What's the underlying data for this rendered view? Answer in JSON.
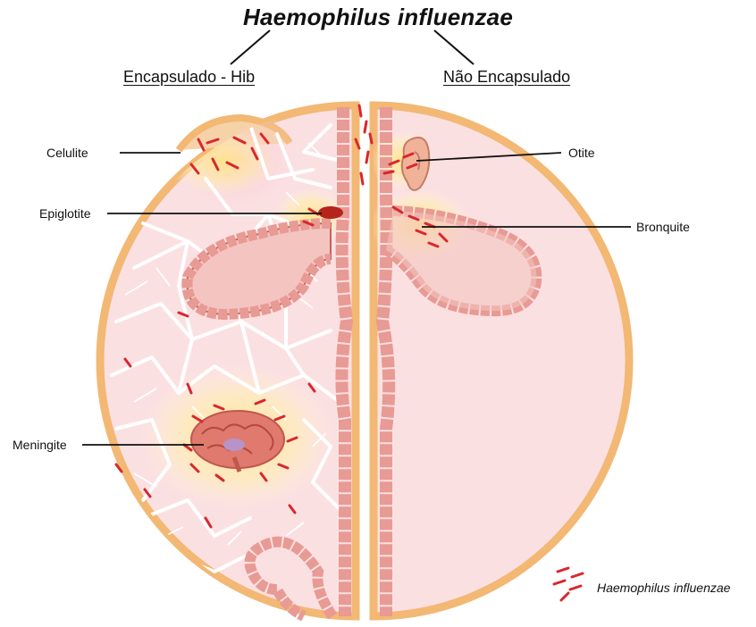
{
  "title": "Haemophilus influenzae",
  "branches": {
    "left": "Encapsulado - Hib",
    "right": "Não Encapsulado"
  },
  "labels": {
    "celulite": "Celulite",
    "epiglotite": "Epiglotite",
    "meningite": "Meningite",
    "otite": "Otite",
    "bronquite": "Bronquite"
  },
  "legend": {
    "label": "Haemophilus influenzae"
  },
  "colors": {
    "rim": "#F2B874",
    "tissue_fill": "#FBE0E2",
    "epithelium": "#E89A94",
    "epithelium_stroke": "#C0645F",
    "bacteria": "#D9272D",
    "inflammation": "#FFE58A",
    "brain": "#E07A6E",
    "nerve": "#FFFFFF"
  },
  "icons": [
    "bacteria-icon",
    "ear-icon",
    "brain-icon",
    "clot-icon"
  ]
}
